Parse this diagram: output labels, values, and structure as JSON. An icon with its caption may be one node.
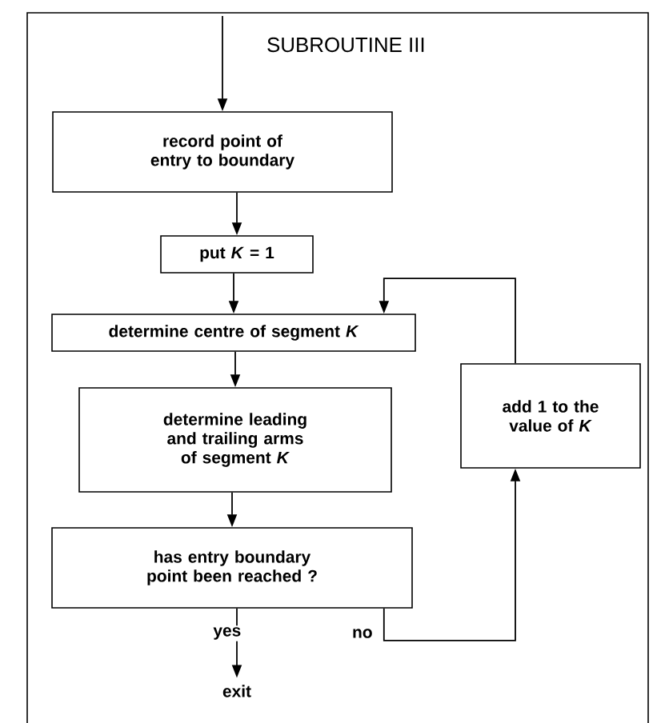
{
  "diagram": {
    "title": "SUBROUTINE III",
    "nodes": [
      {
        "text": [
          "record point of entry to boundary"
        ]
      },
      {
        "text": [
          "put *K* = 1"
        ]
      },
      {
        "text": [
          "determine centre of segment *K*"
        ]
      },
      {
        "text": [
          "determine leading and trailing arms of segment *K*"
        ]
      },
      {
        "text": [
          "has entry boundary point been reached ?"
        ]
      },
      {
        "text": [
          "add 1 to the value of *K*"
        ]
      },
      {
        "text": [
          "exit"
        ]
      }
    ],
    "edges": [
      {
        "from": null,
        "to": 0,
        "arrow": "to"
      },
      {
        "from": 0,
        "to": 1,
        "arrow": "to"
      },
      {
        "from": 1,
        "to": 2,
        "arrow": "to"
      },
      {
        "from": 2,
        "to": 3,
        "arrow": "to"
      },
      {
        "from": 3,
        "to": 4,
        "arrow": "to"
      },
      {
        "from": 4,
        "to": 6,
        "arrow": "to",
        "label": "yes"
      },
      {
        "from": 4,
        "to": 5,
        "arrow": "to",
        "label": "no"
      },
      {
        "from": 5,
        "to": 2,
        "arrow": "to"
      }
    ]
  }
}
